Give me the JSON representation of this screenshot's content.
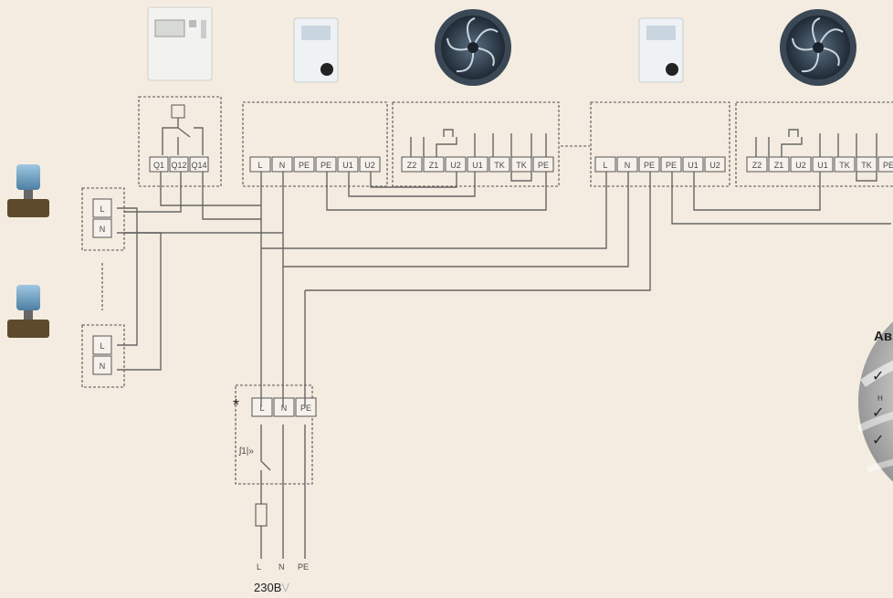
{
  "terminals": {
    "actuator": [
      "L",
      "N"
    ],
    "controller": [
      "Q1",
      "Q12",
      "Q14"
    ],
    "unit_a": [
      "L",
      "N",
      "PE",
      "PE",
      "U1",
      "U2"
    ],
    "fan_a": [
      "Z2",
      "Z1",
      "U2",
      "U1",
      "TK",
      "TK",
      "PE"
    ],
    "unit_b": [
      "L",
      "N",
      "PE",
      "PE",
      "U1",
      "U2"
    ],
    "fan_b": [
      "Z2",
      "Z1",
      "U2",
      "U1",
      "TK",
      "TK",
      "PE"
    ],
    "supply": [
      "L",
      "N",
      "PE"
    ],
    "bottom_labels": [
      "L",
      "N",
      "PE"
    ]
  },
  "labels": {
    "asterisk": "*",
    "voltage_main": "230В",
    "voltage_suffix": "V",
    "panel_title": "Ав",
    "check_mark": "✓",
    "panel_small_text": "Н",
    "breaker_label": "ʃ1|»"
  },
  "colors": {
    "background": "#f4ece0",
    "wire": "#666666",
    "panel_sphere": "#9a9a9a"
  },
  "icons": {
    "controller": "room-controller-icon",
    "air_unit": "air-unit-icon",
    "fan": "fan-icon",
    "valve": "valve-actuator-icon"
  }
}
